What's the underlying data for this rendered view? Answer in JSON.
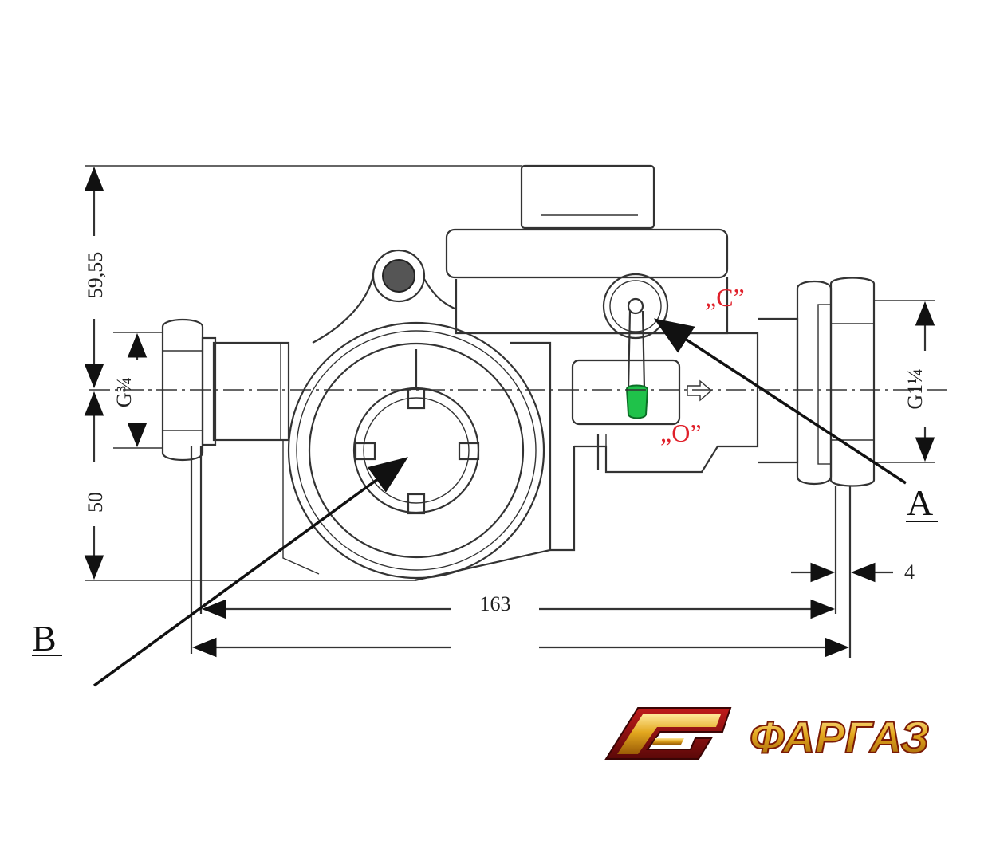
{
  "dimensions": {
    "height_top": "59,55",
    "height_bottom": "50",
    "thread_left": "G¾",
    "thread_right": "G1¼",
    "length_inner": "163",
    "gap": "4"
  },
  "callouts": {
    "a": "A",
    "b": "B"
  },
  "positions": {
    "closed": "„C”",
    "open": "„O”"
  },
  "brand": {
    "name": "ФАРГАЗ",
    "logo_letter": "F"
  },
  "colors": {
    "position_label": "#e0202a",
    "handle": "#1fc24a",
    "brand_gold": "#d9a21c",
    "brand_red": "#8a1010"
  }
}
